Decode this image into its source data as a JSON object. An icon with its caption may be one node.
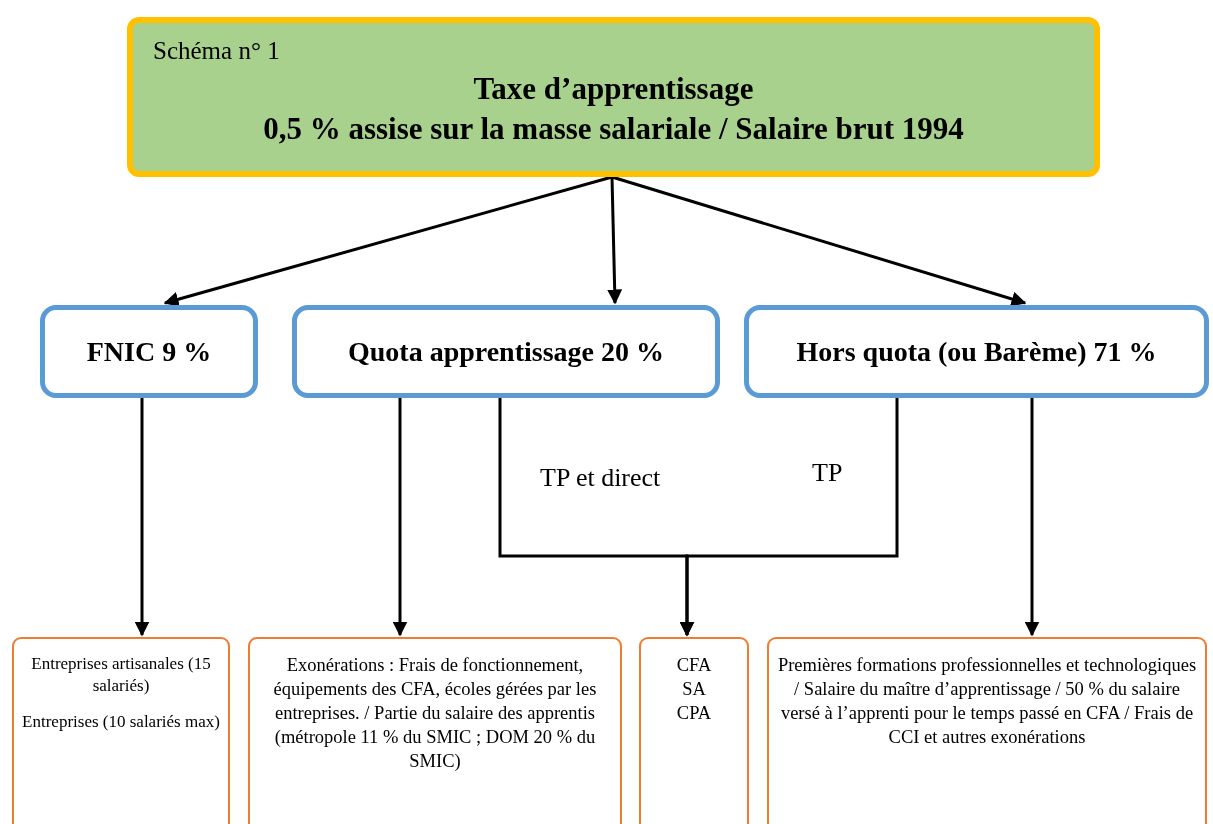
{
  "diagram": {
    "nodes": [
      {
        "text": [
          "Schéma n° 1",
          "Taxe d’apprentissage",
          "0,5 % assise sur la masse salariale / Salaire brut 1994"
        ]
      },
      {
        "text": [
          "FNIC 9 %"
        ]
      },
      {
        "text": [
          "Quota apprentissage 20 %"
        ]
      },
      {
        "text": [
          "Hors quota (ou Barème) 71 %"
        ]
      },
      {
        "text": [
          "Entreprises artisanales (15 salariés)",
          "Entreprises (10 salariés max)"
        ]
      },
      {
        "text": [
          "Exonérations :  Frais de fonctionnement, équipements des CFA, écoles gérées par les entreprises. / Partie du salaire des apprentis (métropole 11 % du SMIC ; DOM 20 % du SMIC)"
        ]
      },
      {
        "text": [
          "CFA",
          "SA",
          "CPA"
        ]
      },
      {
        "text": [
          "Premières formations professionnelles et technologiques / Salaire du maître d’apprentissage / 50 % du salaire versé à l’apprenti pour le temps passé en CFA / Frais de CCI et autres exonérations"
        ]
      }
    ],
    "edges": [
      {
        "from": 0,
        "to": 1,
        "arrow": "to"
      },
      {
        "from": 0,
        "to": 2,
        "arrow": "to"
      },
      {
        "from": 0,
        "to": 3,
        "arrow": "to"
      },
      {
        "from": 1,
        "to": 4,
        "arrow": "to"
      },
      {
        "from": 2,
        "to": 5,
        "arrow": "to"
      },
      {
        "from": 2,
        "to": 6,
        "arrow": "to",
        "label": "TP et direct"
      },
      {
        "from": 3,
        "to": 6,
        "arrow": "to",
        "label": "TP"
      },
      {
        "from": 3,
        "to": 7,
        "arrow": "to"
      }
    ]
  }
}
